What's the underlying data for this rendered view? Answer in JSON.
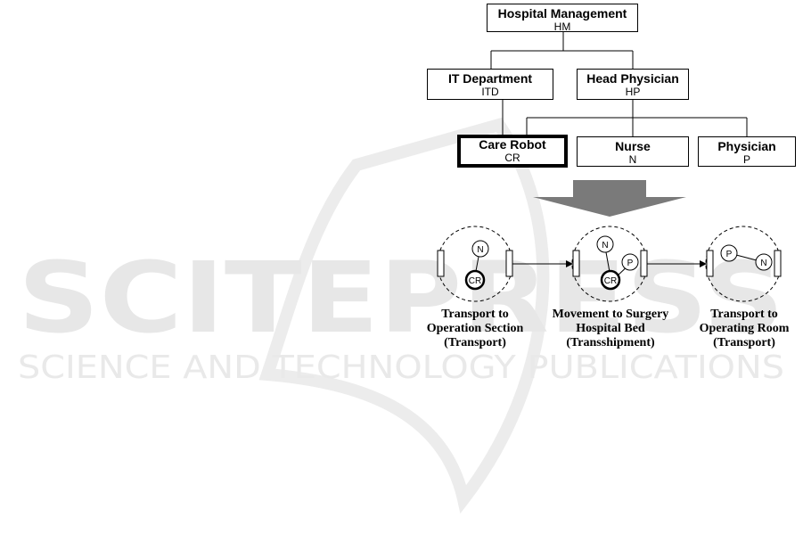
{
  "watermark": {
    "title": "SCITEPRESS",
    "subtitle": "SCIENCE AND TECHNOLOGY PUBLICATIONS"
  },
  "org_chart": {
    "hm": {
      "name": "Hospital Management",
      "abbr": "HM"
    },
    "itd": {
      "name": "IT Department",
      "abbr": "ITD"
    },
    "hp": {
      "name": "Head Physician",
      "abbr": "HP"
    },
    "cr": {
      "name": "Care Robot",
      "abbr": "CR"
    },
    "nurse": {
      "name": "Nurse",
      "abbr": "N"
    },
    "physician": {
      "name": "Physician",
      "abbr": "P"
    }
  },
  "process": {
    "step1": {
      "nodes": [
        "N",
        "CR"
      ],
      "caption": [
        "Transport to",
        "Operation Section",
        "(Transport)"
      ]
    },
    "step2": {
      "nodes": [
        "N",
        "P",
        "CR"
      ],
      "caption": [
        "Movement to Surgery",
        "Hospital Bed",
        "(Transshipment)"
      ]
    },
    "step3": {
      "nodes": [
        "P",
        "N"
      ],
      "caption": [
        "Transport to",
        "Operating Room",
        "(Transport)"
      ]
    }
  }
}
